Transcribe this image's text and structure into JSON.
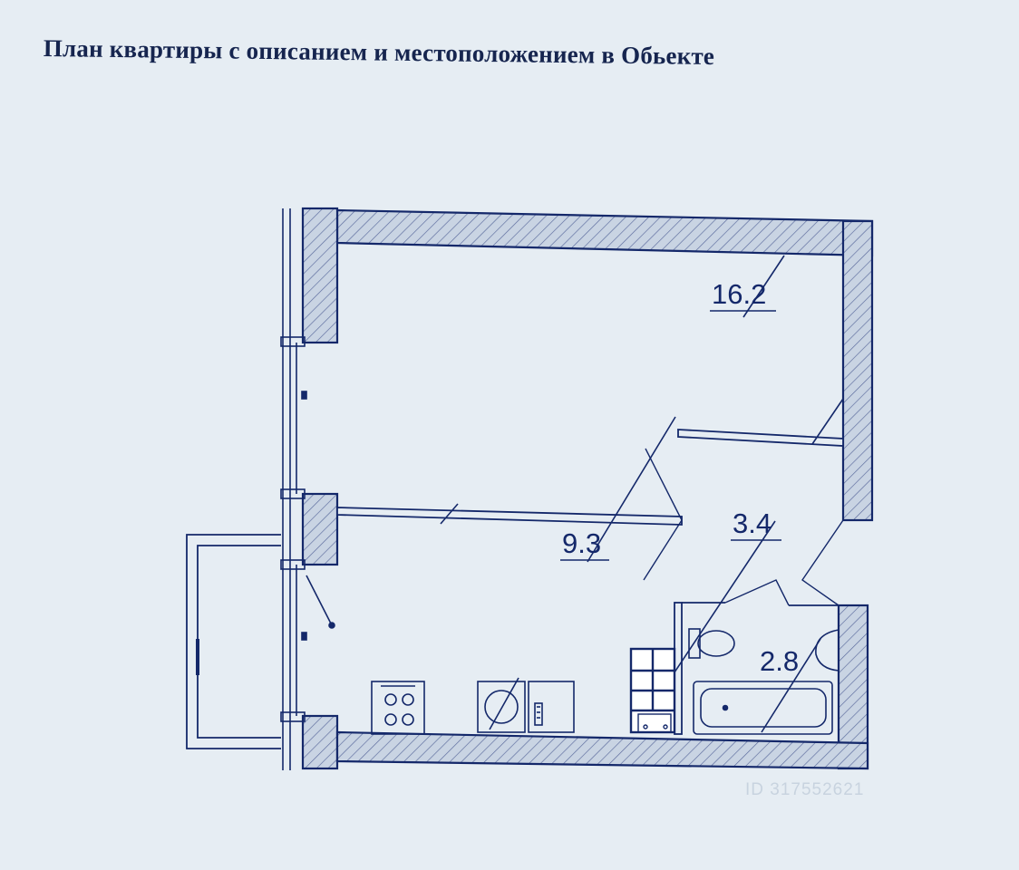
{
  "document": {
    "title": "План квартиры с описанием и местоположением в Обьекте"
  },
  "plan": {
    "rooms": [
      {
        "id": "living-room",
        "area": "16.2"
      },
      {
        "id": "kitchen",
        "area": "9.3"
      },
      {
        "id": "hallway",
        "area": "3.4"
      },
      {
        "id": "bathroom",
        "area": "2.8"
      }
    ],
    "watermark": "ID 317552621"
  },
  "colors": {
    "ink": "#14286a",
    "wall_fill": "#c9d4e3",
    "hatch": "#5a6a9c",
    "paper": "#e6edf3"
  }
}
